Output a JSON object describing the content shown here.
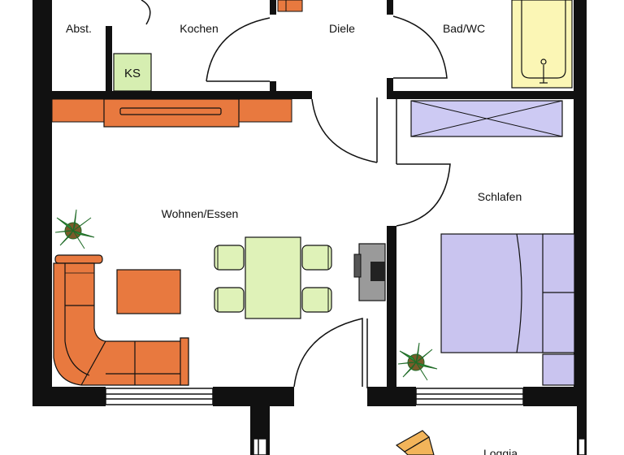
{
  "rooms": {
    "abst": "Abst.",
    "kochen": "Kochen",
    "diele": "Diele",
    "bad": "Bad/WC",
    "wohnen": "Wohnen/Essen",
    "schlafen": "Schlafen",
    "loggia": "Loggia"
  },
  "fixtures": {
    "fridge": "KS"
  },
  "colors": {
    "wall": "#111111",
    "wood": "#e8793f",
    "fridge": "#d6eeb1",
    "table": "#dff2b8",
    "bed": "#c9c4ef",
    "wardrobe": "#cdcaf3",
    "bathtub": "#fbf6b5",
    "plant": "#2f9a3a"
  }
}
